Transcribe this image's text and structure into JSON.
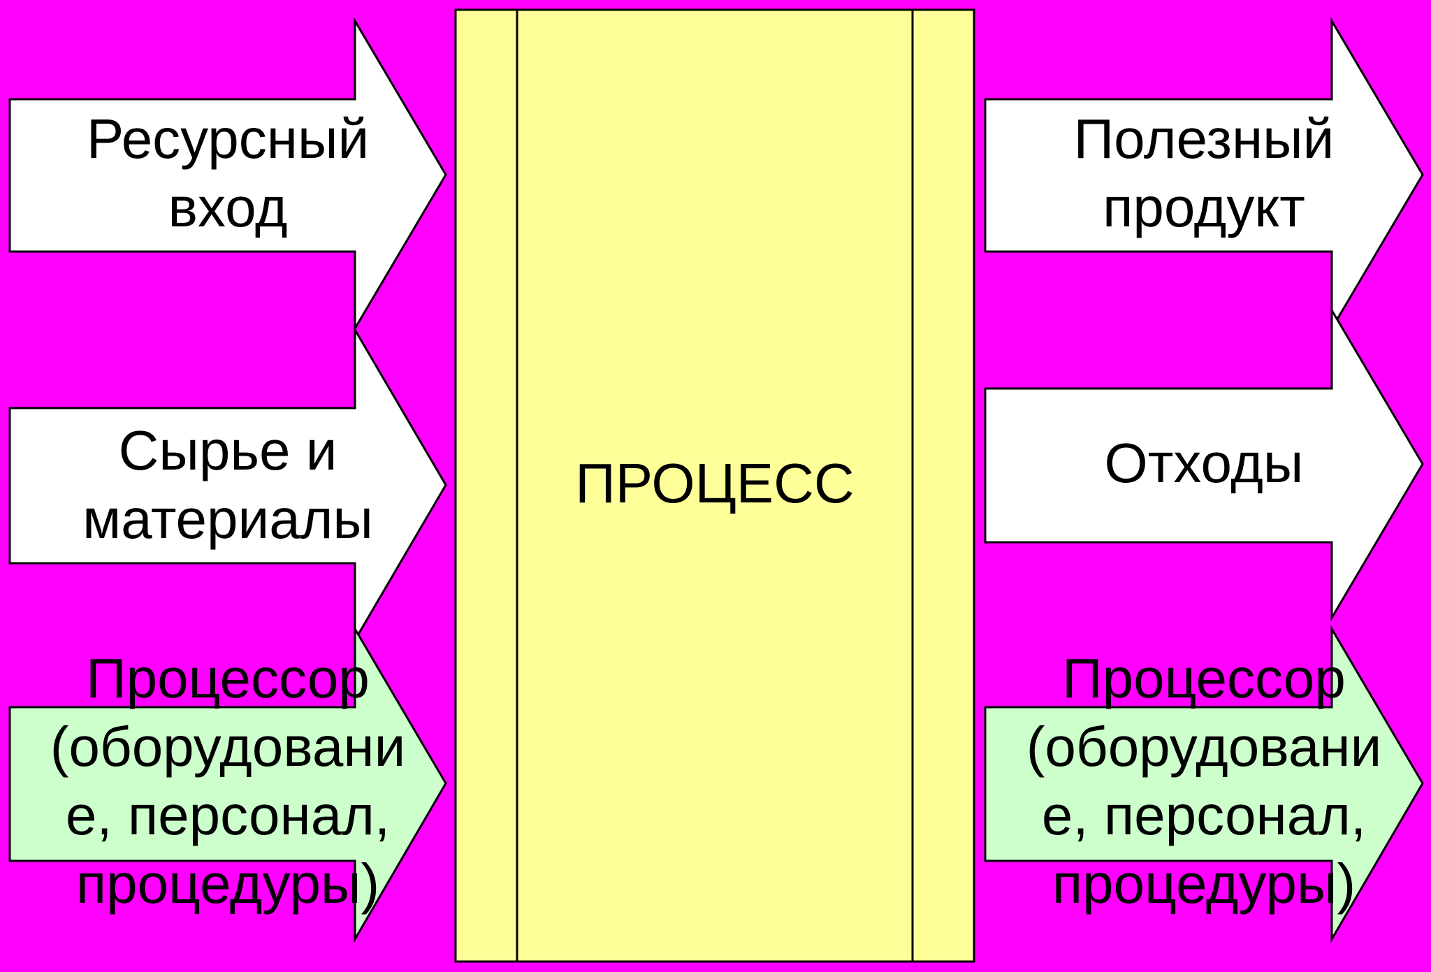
{
  "colors": {
    "background": "#ff00ff",
    "process_fill": "#ffff99",
    "arrow_white": "#ffffff",
    "arrow_green": "#ccffcc",
    "stroke": "#000000"
  },
  "process": {
    "label": "ПРОЦЕСС"
  },
  "inputs": [
    {
      "lines": [
        "Ресурсный",
        "вход"
      ]
    },
    {
      "lines": [
        "Сырье и",
        "материалы"
      ]
    },
    {
      "lines": [
        "Процессор",
        "(оборудовани",
        "е, персонал,",
        "процедуры)"
      ]
    }
  ],
  "outputs": [
    {
      "lines": [
        "Полезный",
        "продукт"
      ]
    },
    {
      "lines": [
        "Отходы"
      ]
    },
    {
      "lines": [
        "Процессор",
        "(оборудовани",
        "е, персонал,",
        "процедуры)"
      ]
    }
  ]
}
